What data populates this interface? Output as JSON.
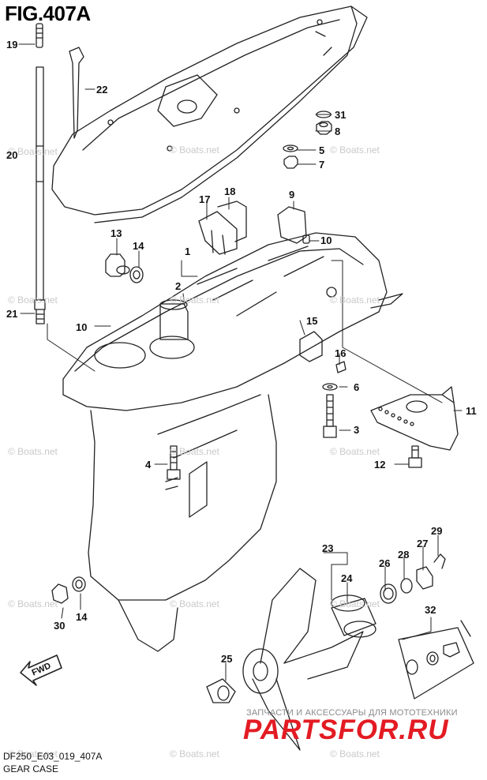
{
  "figure": {
    "title": "FIG.407A",
    "code": "DF250_E03_019_407A",
    "name": "GEAR CASE"
  },
  "watermark": "© Boats.net",
  "promo": {
    "tagline": "ЗАПЧАСТИ И АКСЕССУАРЫ ДЛЯ МОТОТЕХНИКИ",
    "brand": "PARTSFOR.RU"
  },
  "fwd_label": "FWD",
  "callouts": [
    "19",
    "22",
    "31",
    "8",
    "20",
    "5",
    "7",
    "18",
    "17",
    "9",
    "13",
    "14",
    "1",
    "10",
    "2",
    "21",
    "10",
    "15",
    "16",
    "6",
    "11",
    "3",
    "4",
    "12",
    "29",
    "23",
    "28",
    "27",
    "26",
    "24",
    "32",
    "30",
    "14",
    "25"
  ],
  "colors": {
    "line": "#222222",
    "watermark": "#c9c9c9",
    "brand": "#e31b23"
  }
}
